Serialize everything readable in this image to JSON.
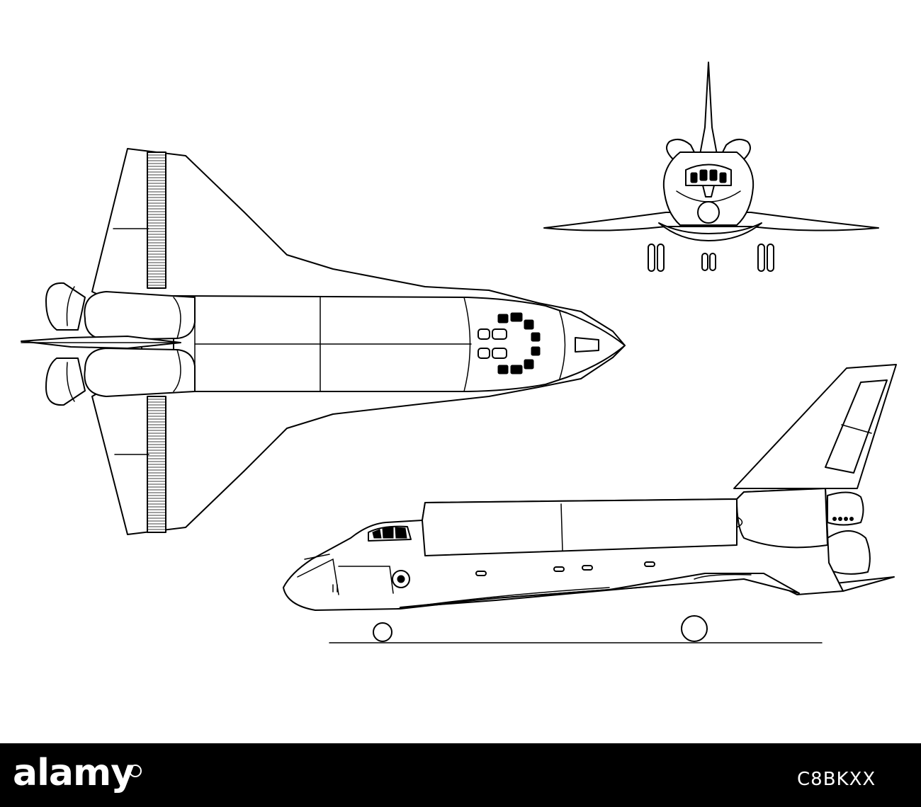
{
  "watermark": {
    "brand": "alamy",
    "image_id": "C8BKXX"
  },
  "drawing": {
    "subject": "space-shuttle-orbiter",
    "views": [
      "top-view",
      "front-view",
      "side-view"
    ],
    "colors": {
      "line": "#000000",
      "background": "#ffffff",
      "footer": "#000000",
      "footer_text": "#ffffff"
    }
  }
}
